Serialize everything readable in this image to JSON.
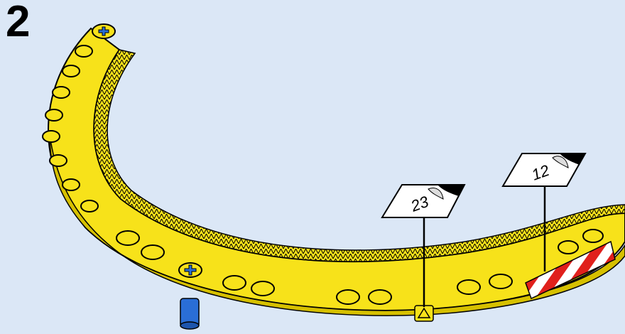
{
  "step": {
    "number": "2"
  },
  "stickers": [
    {
      "id": "sticker-23",
      "label": "23"
    },
    {
      "id": "sticker-12",
      "label": "12"
    }
  ],
  "colors": {
    "background": "#dbe7f6",
    "yellow_part": "#f7e21a",
    "yellow_shade": "#d6c000",
    "axle_blue": "#2a6ed6",
    "stripe_red": "#e0201c",
    "outline": "#000000"
  }
}
